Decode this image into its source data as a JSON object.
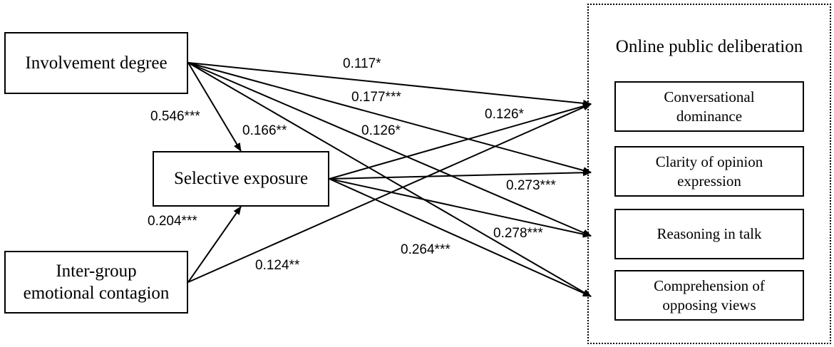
{
  "nodes": {
    "involvement": "Involvement degree",
    "selective": "Selective exposure",
    "contagion": "Inter-group emotional contagion",
    "region_title": "Online public deliberation",
    "dominance": "Conversational dominance",
    "clarity": "Clarity of opinion expression",
    "reasoning": "Reasoning in talk",
    "comprehension": "Comprehension of opposing views"
  },
  "paths": [
    {
      "from": "involvement",
      "to": "selective",
      "label": "0.546***"
    },
    {
      "from": "contagion",
      "to": "selective",
      "label": "0.204***"
    },
    {
      "from": "involvement",
      "to": "dominance",
      "label": "0.117*"
    },
    {
      "from": "involvement",
      "to": "clarity",
      "label": "0.177***"
    },
    {
      "from": "involvement",
      "to": "reasoning",
      "label": "0.126*"
    },
    {
      "from": "involvement",
      "to": "comprehension",
      "label": "0.166**"
    },
    {
      "from": "selective",
      "to": "dominance",
      "label": "0.126*"
    },
    {
      "from": "selective",
      "to": "clarity",
      "label": "0.273***"
    },
    {
      "from": "selective",
      "to": "reasoning",
      "label": "0.278***"
    },
    {
      "from": "selective",
      "to": "comprehension",
      "label": "0.264***"
    },
    {
      "from": "contagion",
      "to": "dominance",
      "label": "0.124**"
    }
  ]
}
